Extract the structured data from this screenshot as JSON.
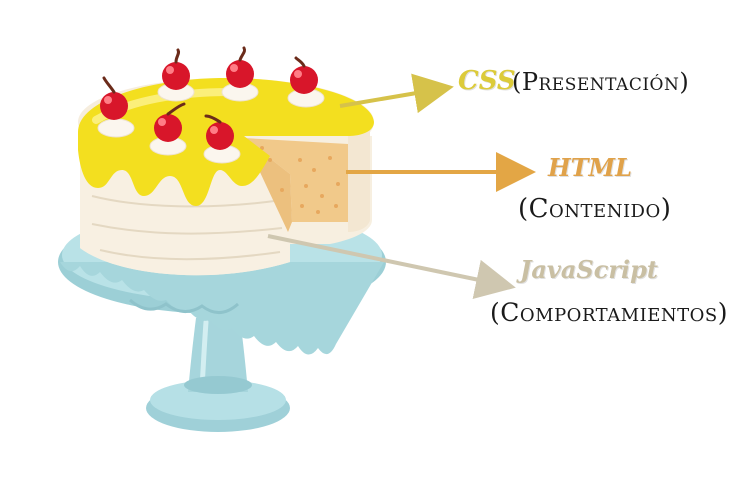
{
  "labels": {
    "css": {
      "tech": "CSS",
      "desc": "(Presentación)"
    },
    "html": {
      "tech": "HTML",
      "desc": "(Contenido)"
    },
    "js": {
      "tech": "JavaScript",
      "desc": "(Comportamientos)"
    }
  },
  "colors": {
    "css": "#dccb3a",
    "html": "#e0a24a",
    "js": "#c9bfa3",
    "arrow_css": "#d6c24a",
    "arrow_html": "#e3a645",
    "arrow_js": "#cfc7b0",
    "icing": "#f3df1f",
    "cake_cream": "#f7efe0",
    "cake_sponge": "#f1c98a",
    "stand": "#a9d8df",
    "cherry": "#d8162a"
  },
  "icons": [
    "cake-illustration",
    "cake-stand",
    "cherry",
    "arrow"
  ]
}
